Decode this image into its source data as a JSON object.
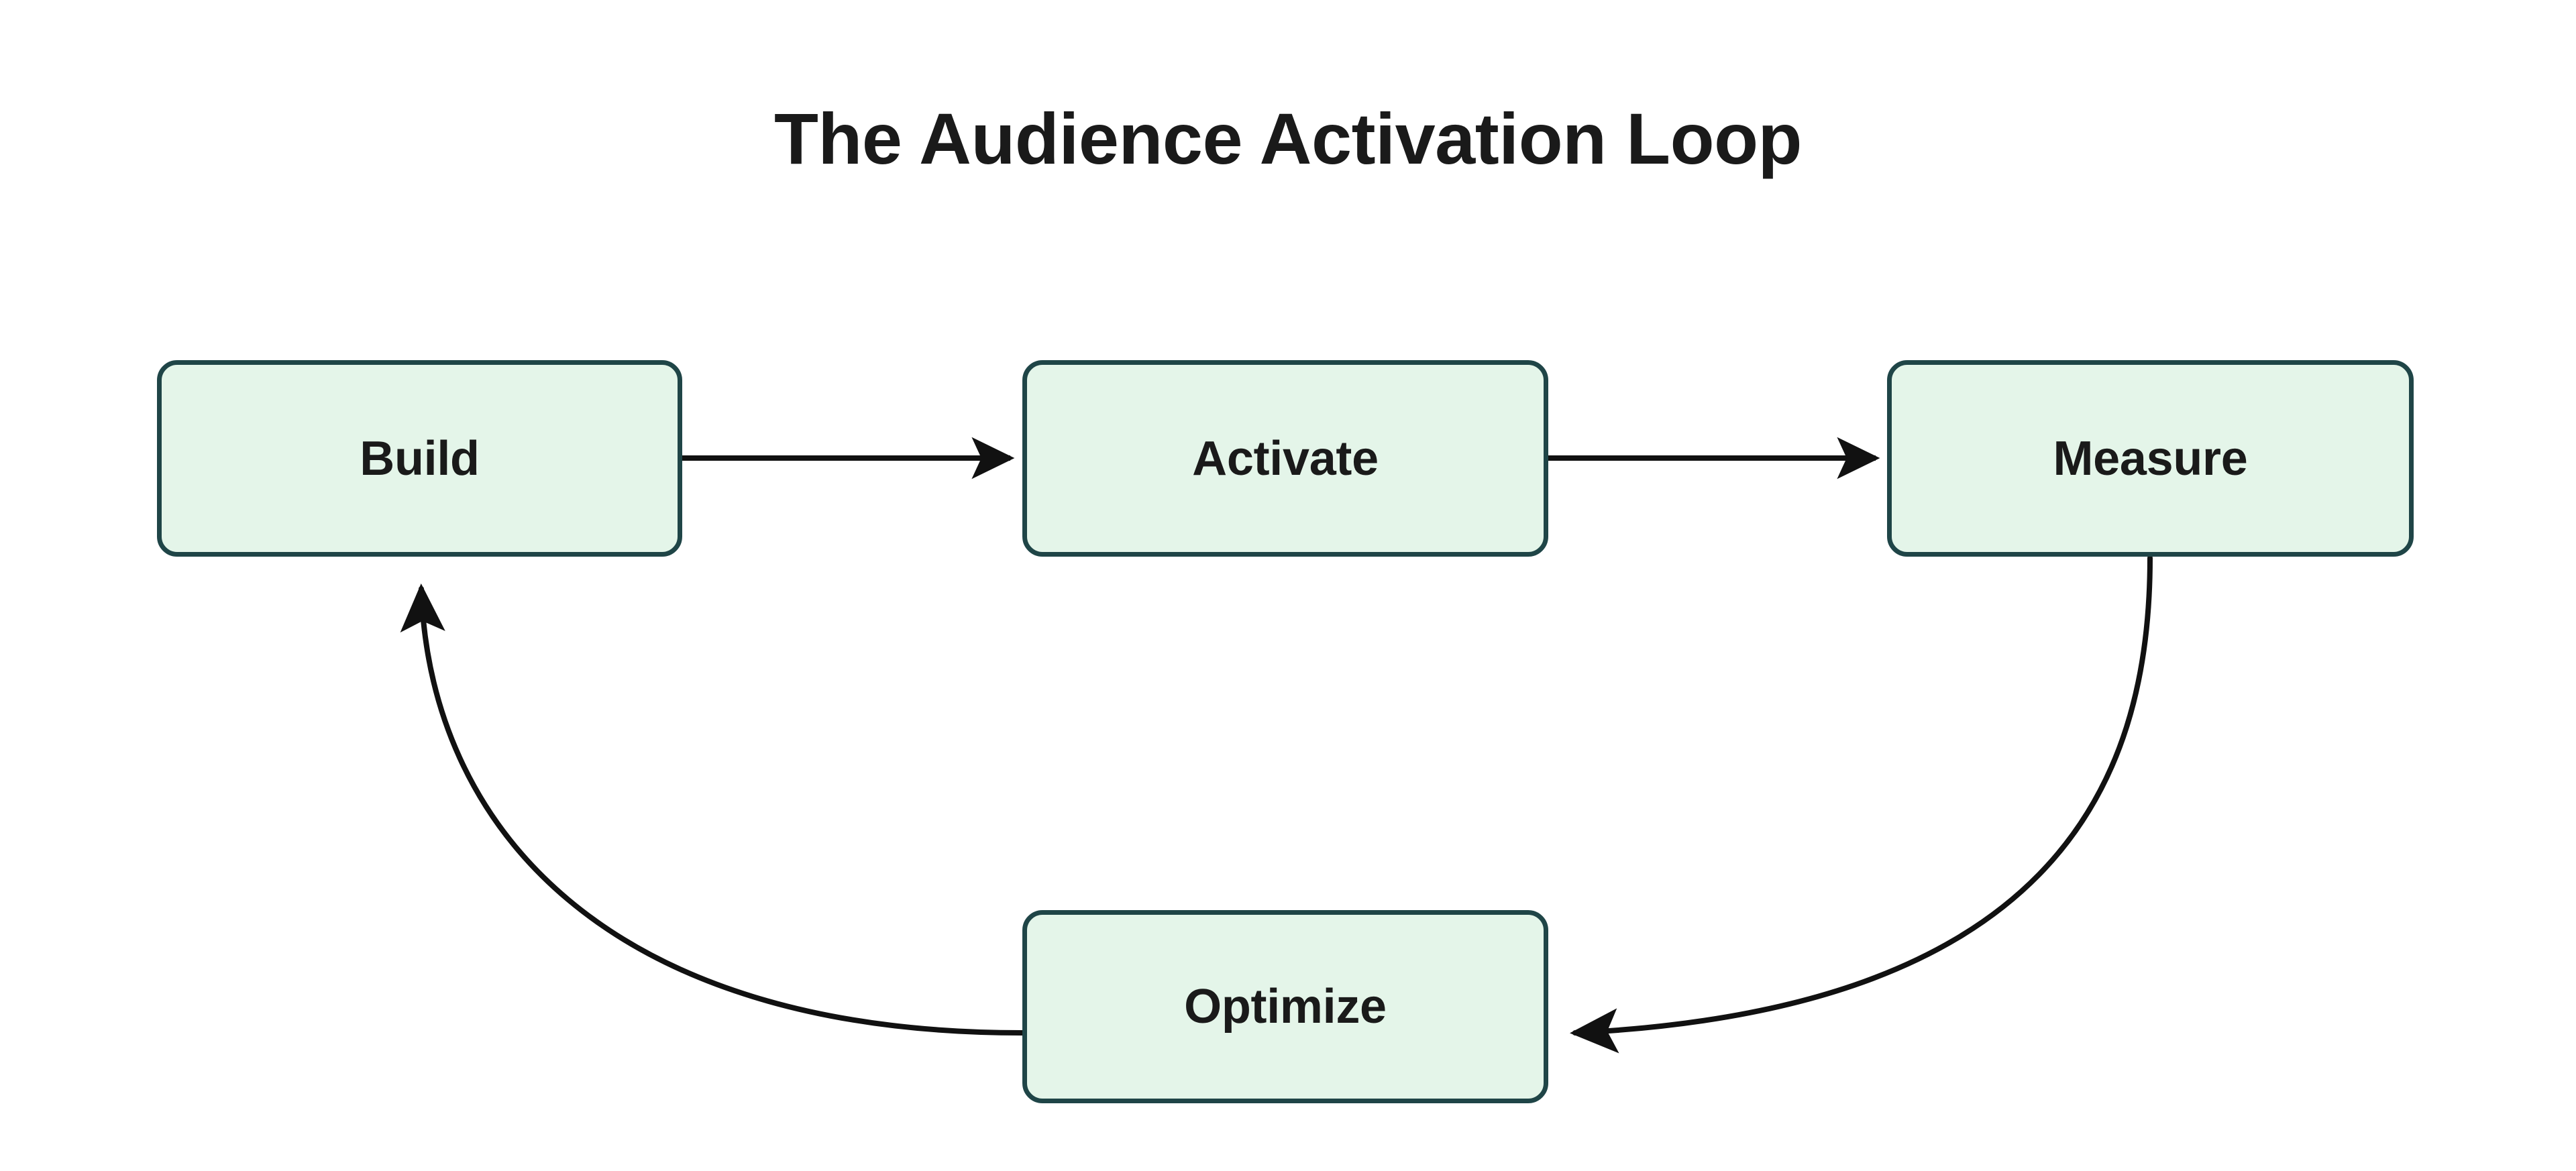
{
  "diagram": {
    "title": "The Audience Activation Loop",
    "type": "cycle-flowchart",
    "background_color": "#ffffff",
    "title_color": "#1a1a1a",
    "node_fill_color": "#e4f5e9",
    "node_border_color": "#1f4547",
    "node_text_color": "#1a1a1a",
    "connector_color": "#111111",
    "nodes": [
      {
        "id": "build",
        "label": "Build"
      },
      {
        "id": "activate",
        "label": "Activate"
      },
      {
        "id": "measure",
        "label": "Measure"
      },
      {
        "id": "optimize",
        "label": "Optimize"
      }
    ],
    "edges": [
      {
        "from": "Build",
        "to": "Activate",
        "style": "straight",
        "direction": "right"
      },
      {
        "from": "Activate",
        "to": "Measure",
        "style": "straight",
        "direction": "right"
      },
      {
        "from": "Measure",
        "to": "Optimize",
        "style": "curved",
        "direction": "down-left"
      },
      {
        "from": "Optimize",
        "to": "Build",
        "style": "curved",
        "direction": "up-left"
      }
    ]
  }
}
